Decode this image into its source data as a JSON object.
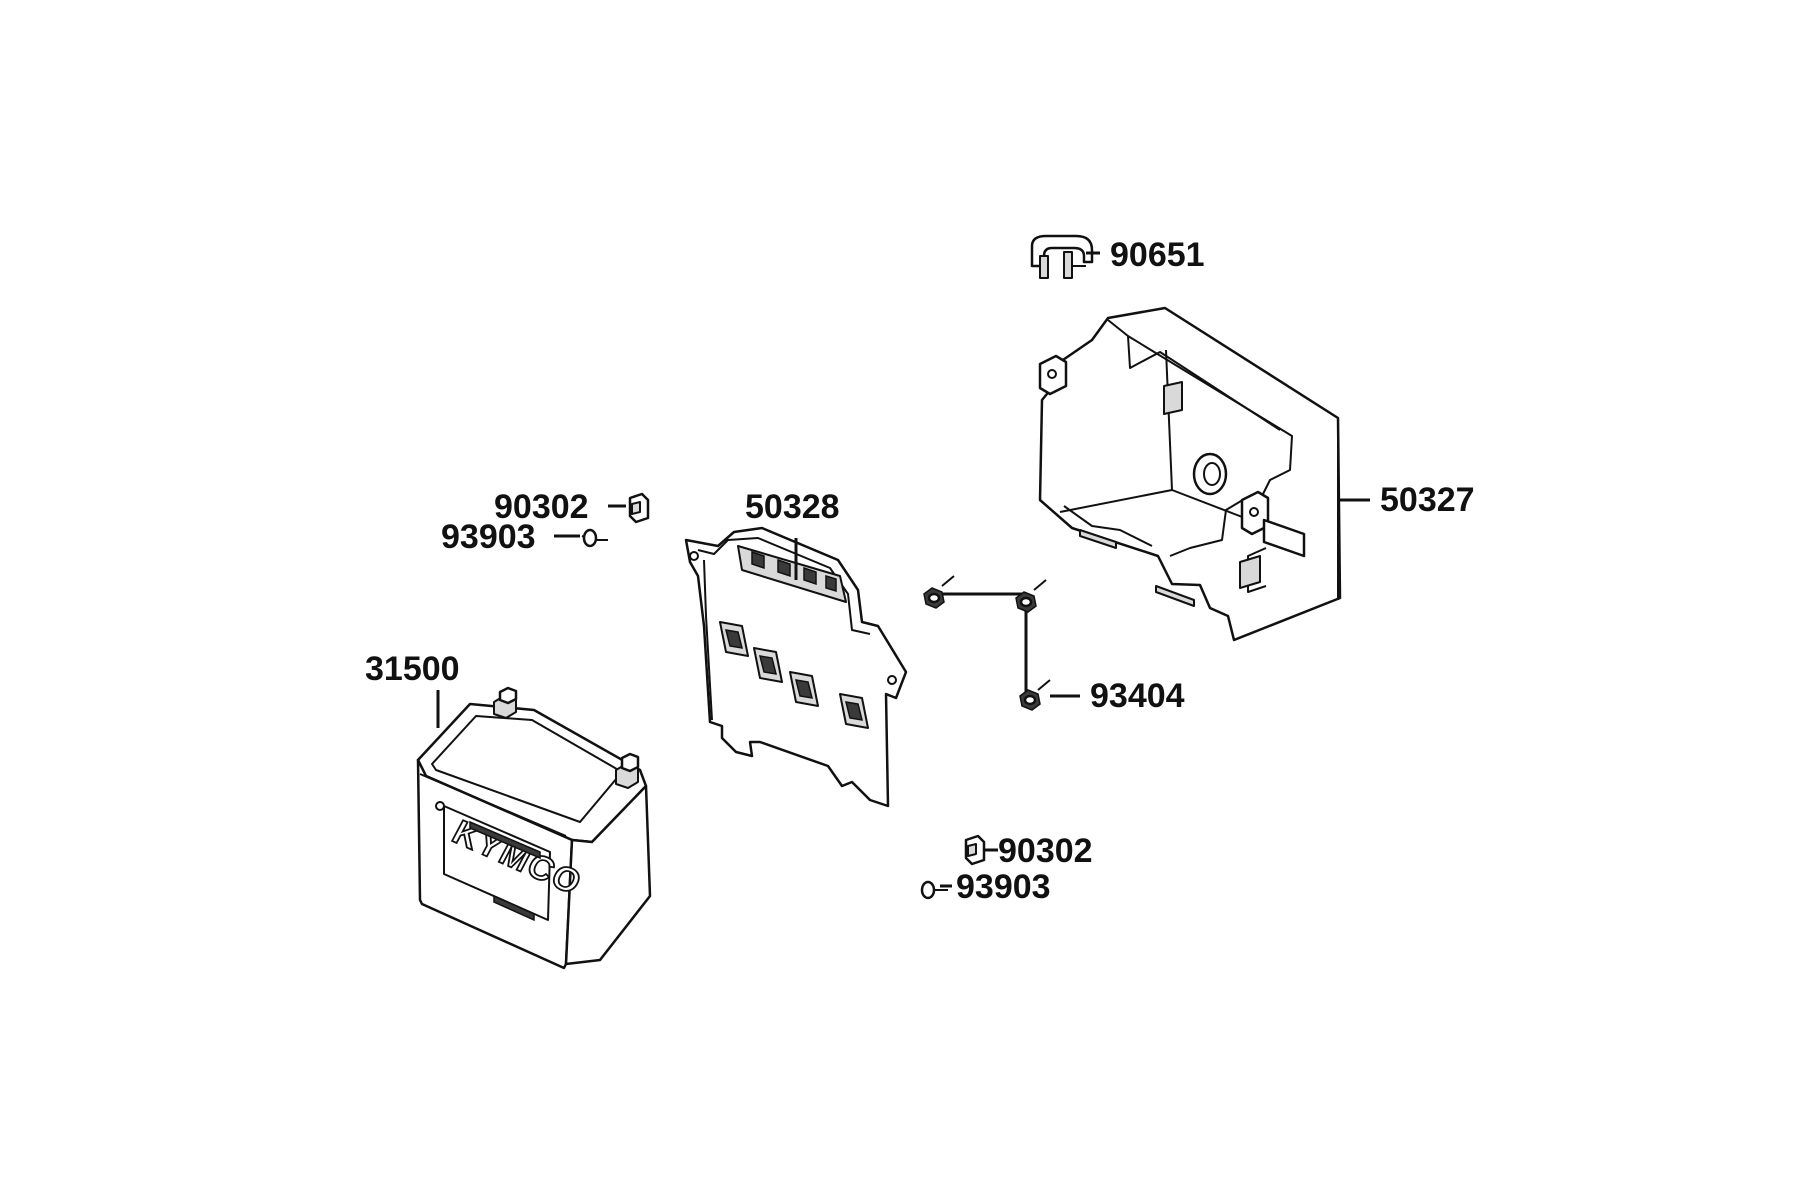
{
  "parts": {
    "clamp": "90651",
    "battery_box": "50327",
    "plate": "50328",
    "nut_upper": "90302",
    "screw_upper": "93903",
    "battery": "31500",
    "bolt": "93404",
    "nut_lower": "90302",
    "screw_lower": "93903"
  },
  "battery_print": {
    "brand": "KYMCO"
  },
  "colors": {
    "ink": "#111111",
    "paper": "#ffffff",
    "shade": "#d9d9d9"
  }
}
